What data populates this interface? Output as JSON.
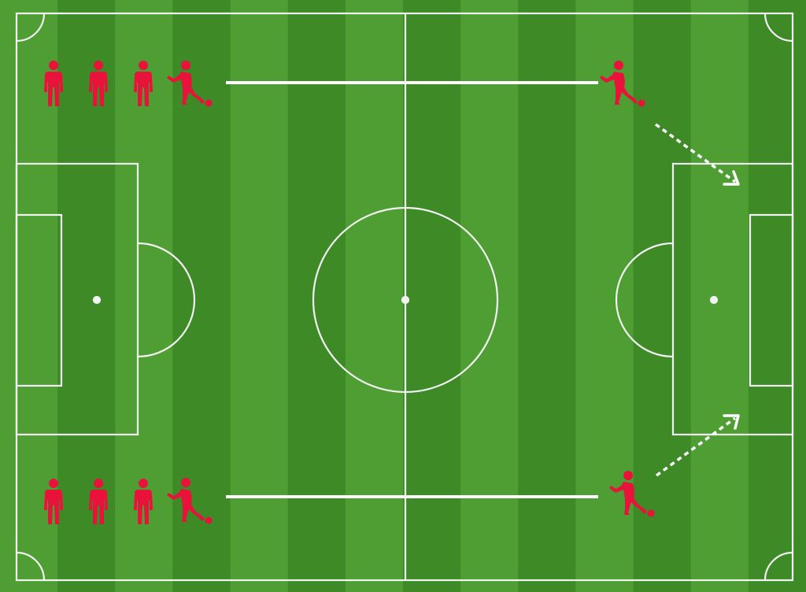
{
  "diagram": {
    "type": "football-drill",
    "colors": {
      "grass_light": "#4f9e33",
      "grass_dark": "#3d8a27",
      "lines": "#f2f2f2",
      "player": "#e8123a",
      "ball": "#e8123a",
      "run_line": "#ffffff",
      "arrow": "#ffffff"
    },
    "groups": [
      {
        "name": "top",
        "waiting_players": 3,
        "kicker_icon": "player-kicking-ball-icon",
        "standing_icon": "player-standing-icon",
        "run_line": "solid",
        "pass_arrow": "dotted"
      },
      {
        "name": "bottom",
        "waiting_players": 3,
        "kicker_icon": "player-kicking-ball-icon",
        "standing_icon": "player-standing-icon",
        "run_line": "solid",
        "pass_arrow": "dotted"
      }
    ]
  }
}
